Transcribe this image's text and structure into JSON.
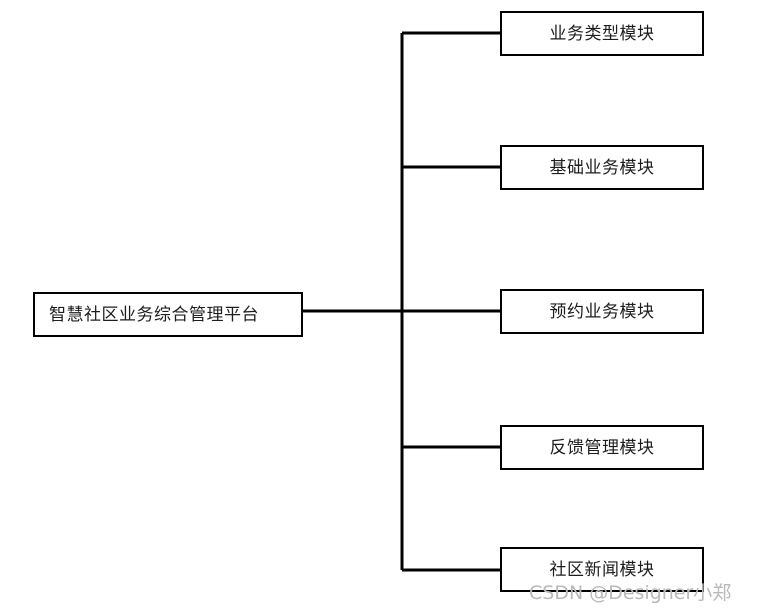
{
  "diagram": {
    "type": "tree-hierarchy",
    "orientation": "left-to-right",
    "line_color": "#000000",
    "box_border_color": "#000000",
    "box_fill_color": "#ffffff",
    "text_color": "#1d1d1d",
    "background_color": "#ffffff",
    "root": {
      "label": "智慧社区业务综合管理平台"
    },
    "modules": [
      {
        "label": "业务类型模块"
      },
      {
        "label": "基础业务模块"
      },
      {
        "label": "预约业务模块"
      },
      {
        "label": "反馈管理模块"
      },
      {
        "label": "社区新闻模块"
      }
    ]
  },
  "watermark": {
    "text": "CSDN @Designer小郑",
    "color": "#b9b9b9"
  }
}
